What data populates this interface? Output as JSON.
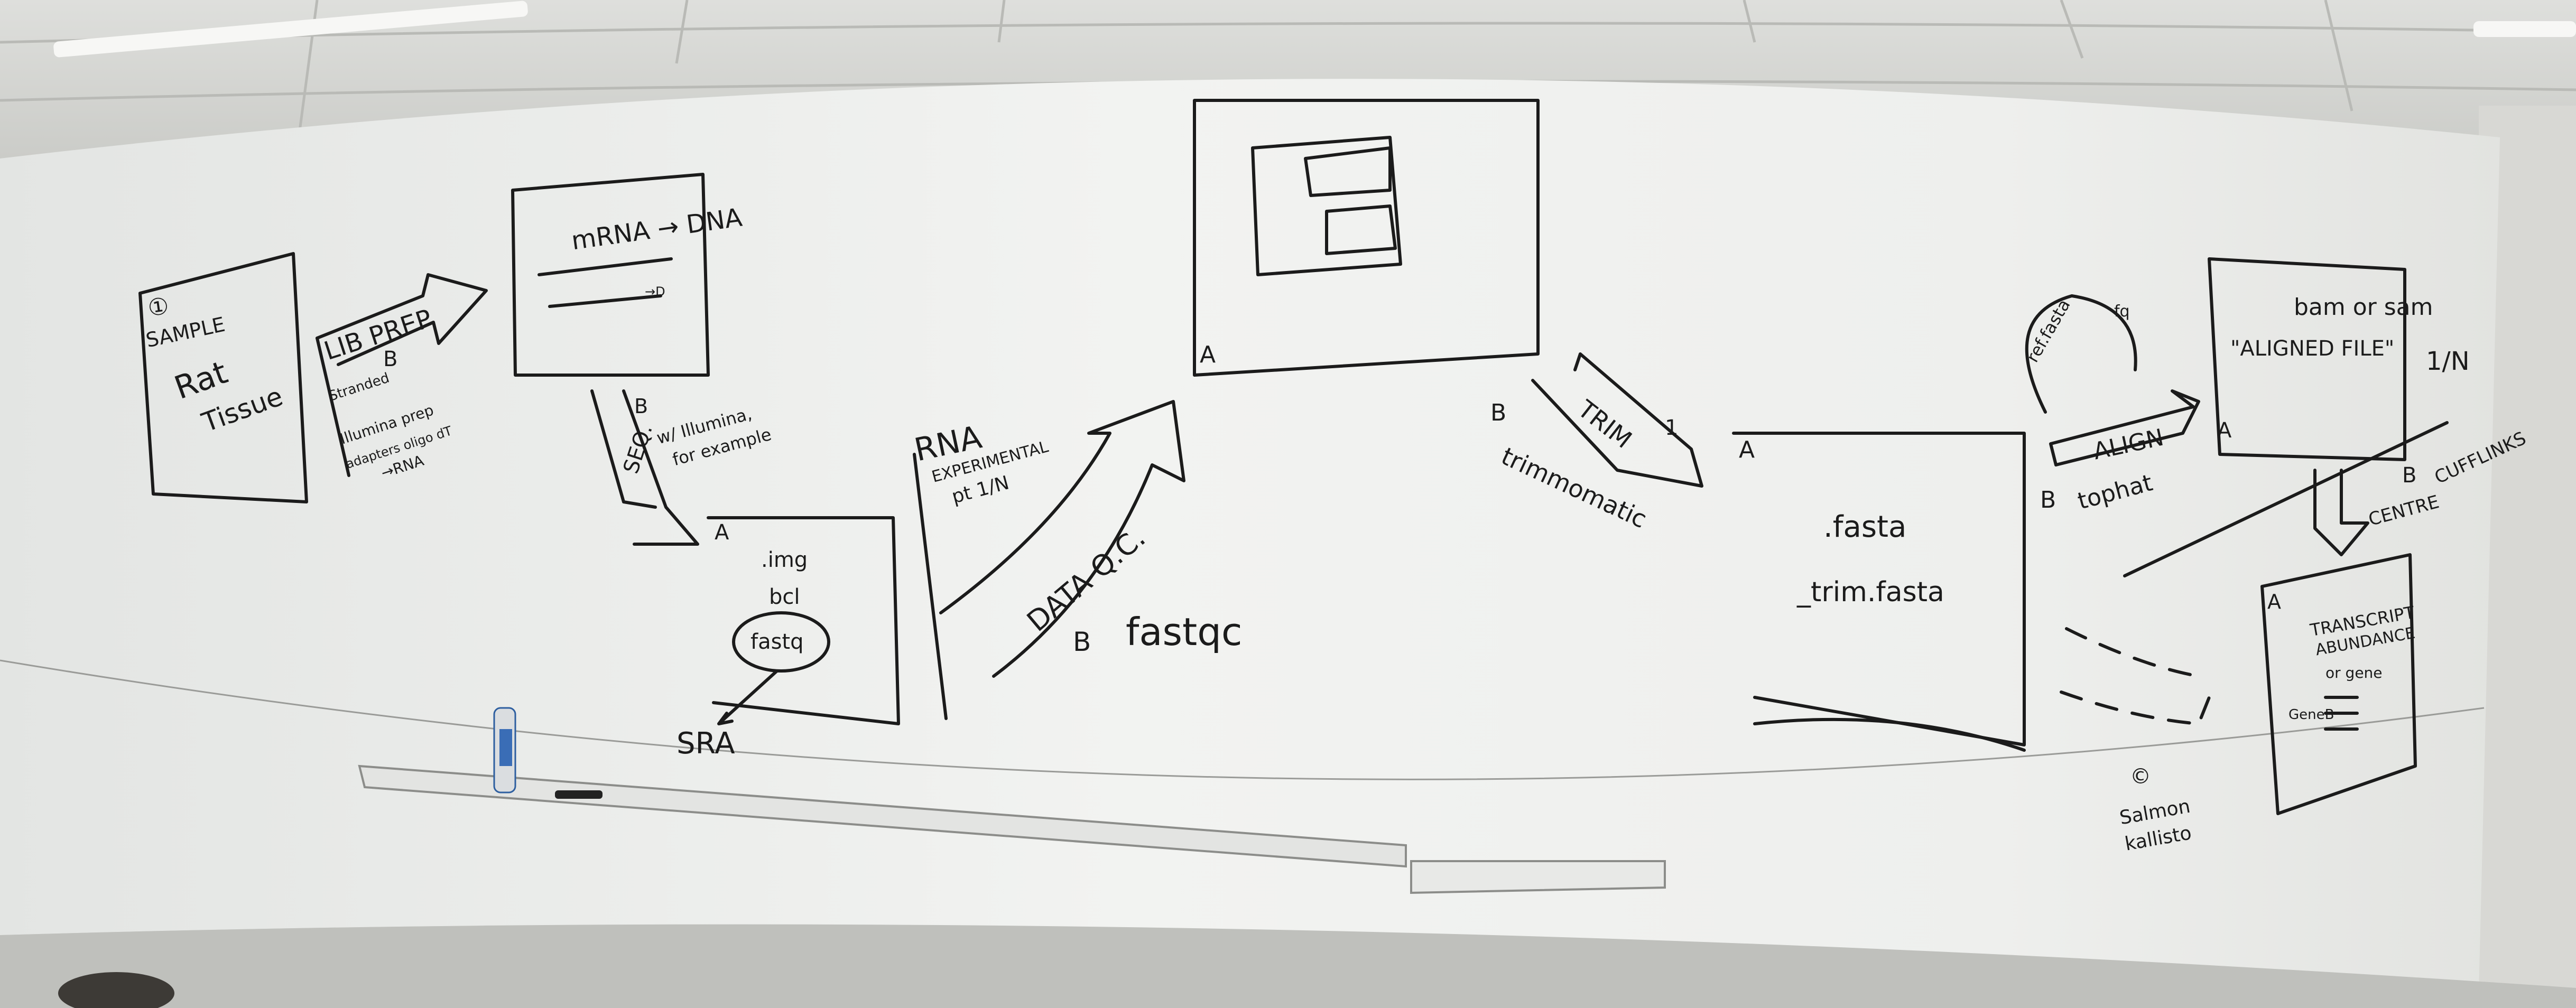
{
  "colors": {
    "ink": "#1b1b1b",
    "board": "#eef0ee",
    "ceiling": "#dcdcd8"
  },
  "sample": {
    "num": "①",
    "label": "SAMPLE",
    "word1": "Rat",
    "word2": "Tissue"
  },
  "lib": {
    "title": "LIB PREP",
    "badge": "B",
    "step1": "Stranded",
    "step2": "Illumina prep",
    "step3": "adapters oligo dT",
    "step4": "→RNA"
  },
  "mrna": {
    "top": "mRNA → DNA",
    "pointer": "→D"
  },
  "seq": {
    "label": "SEQ.",
    "badge": "B",
    "note1": "w/ Illumina,",
    "note2": "for example"
  },
  "fastq_box": {
    "badge": "A",
    "l1": ".img",
    "l2": "bcl",
    "l3": "fastq",
    "sra": "SRA"
  },
  "rna": {
    "l1": "RNA",
    "l2": "EXPERIMENTAL",
    "l3": "pt 1/N",
    "qc": "DATA Q.C.",
    "badge": "B",
    "tool": "fastqc"
  },
  "screen": {
    "badge": "A"
  },
  "trim": {
    "badge": "B",
    "label": "TRIM",
    "tool": "trimmomatic",
    "num": "1"
  },
  "files": {
    "badge": "A",
    "l1": ".fasta",
    "l2": "_trim.fasta"
  },
  "align": {
    "ref": "ref.fasta",
    "fq": "fq",
    "label": "ALIGN",
    "badge": "B",
    "tool": "tophat"
  },
  "bam": {
    "title": "bam or sam",
    "sub": "\"ALIGNED FILE\"",
    "badge": "A",
    "frac": "1/N"
  },
  "cuff": {
    "l1": "CENTRE",
    "badge": "B",
    "l2": "CUFFLINKS"
  },
  "result": {
    "badge": "A",
    "l1": "TRANSCRIPT",
    "l2": "ABUNDANCE",
    "l3": "or gene",
    "l4": "GeneB"
  },
  "salmon": {
    "num": "©",
    "l1": "Salmon",
    "l2": "kallisto"
  }
}
